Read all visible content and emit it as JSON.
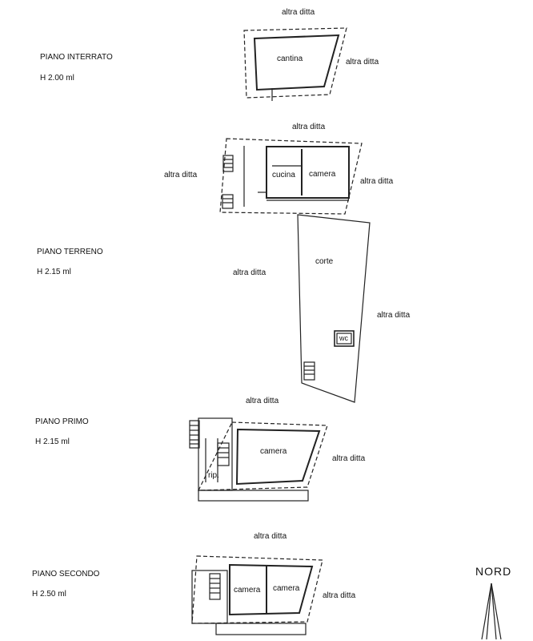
{
  "floors": [
    {
      "name": "PIANO INTERRATO",
      "height": "H 2.00 ml"
    },
    {
      "name": "PIANO TERRENO",
      "height": "H 2.15 ml"
    },
    {
      "name": "PIANO PRIMO",
      "height": "H 2.15 ml"
    },
    {
      "name": "PIANO SECONDO",
      "height": "H 2.50 ml"
    }
  ],
  "neighbor_label": "altra ditta",
  "rooms": {
    "cantina": "cantina",
    "cucina": "cucina",
    "camera": "camera",
    "corte": "corte",
    "wc": "wc",
    "rip": "rip."
  },
  "north_label": "NORD"
}
